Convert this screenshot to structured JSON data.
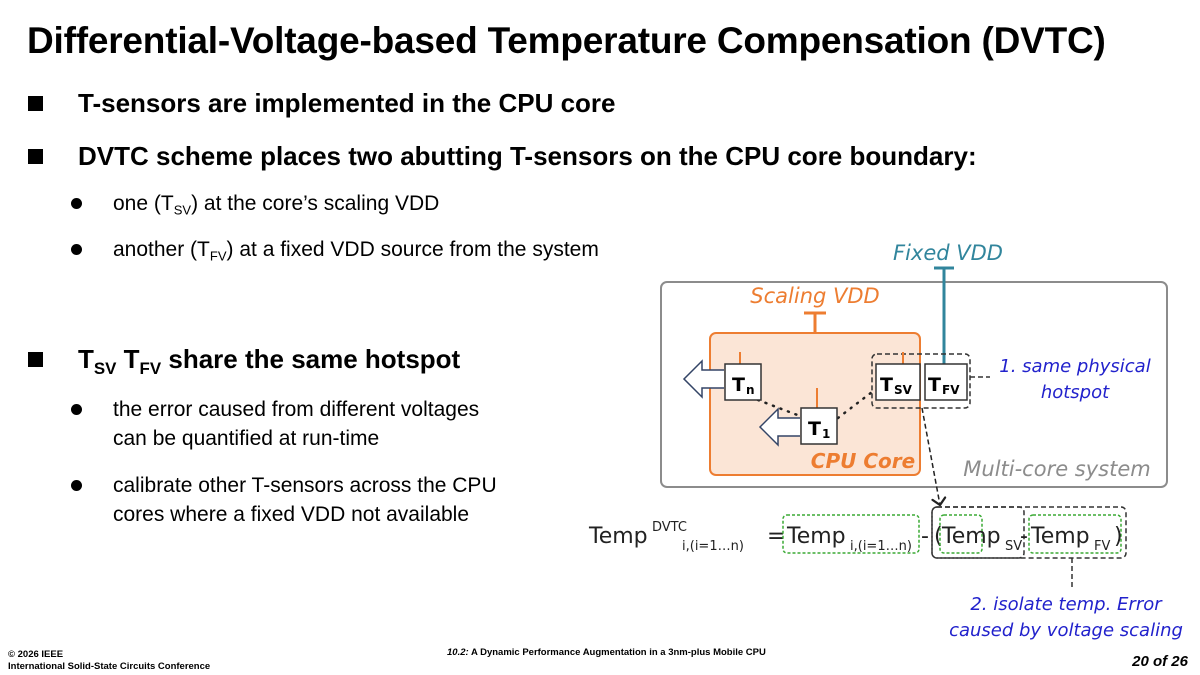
{
  "slide": {
    "title": "Differential-Voltage-based Temperature Compensation (DVTC)",
    "bullets": [
      {
        "text": "T-sensors are implemented in the CPU core"
      },
      {
        "text": "DVTC scheme places two abutting T-sensors on the CPU core boundary:",
        "sub": [
          {
            "pre": "one (T",
            "subscript": "SV",
            "post": ") at the core’s scaling VDD"
          },
          {
            "pre": "another (T",
            "subscript": "FV",
            "post": ") at a fixed VDD source from the system"
          }
        ]
      },
      {
        "t1": "T",
        "t1sub": "SV",
        "t2": " T",
        "t2sub": "FV",
        "text": " share the same hotspot",
        "sub": [
          {
            "line1": "the error caused from different voltages",
            "line2": "can be quantified at run-time"
          },
          {
            "line1": "calibrate other T-sensors across the CPU",
            "line2": "cores where a fixed VDD not available"
          }
        ]
      }
    ]
  },
  "diagram": {
    "fixed_vdd": "Fixed VDD",
    "scaling_vdd": "Scaling VDD",
    "cpu_core": "CPU Core",
    "multicore": "Multi-core system",
    "sensors": {
      "tn": {
        "main": "T",
        "sub": "n"
      },
      "t1": {
        "main": "T",
        "sub": "1"
      },
      "tsv": {
        "main": "T",
        "sub": "SV"
      },
      "tfv": {
        "main": "T",
        "sub": "FV"
      }
    },
    "note1_line1": "1. same physical",
    "note1_line2": "hotspot",
    "note2_line1": "2. isolate temp. Error",
    "note2_line2": "caused by voltage scaling",
    "equation": {
      "lhs": "Temp",
      "lhs_sup": "DVTC",
      "lhs_sub": "i,(i=1…n)",
      "eq": "=",
      "term1": "Temp",
      "term1_sub": "i,(i=1…n)",
      "minus": "-",
      "open": "(",
      "term2": "Temp",
      "term2_sub": "SV",
      "minus2": "-",
      "term3": "Temp",
      "term3_sub": "FV",
      "close": ")"
    },
    "colors": {
      "orange": "#ED7D31",
      "teal": "#31859C",
      "blue": "#2222CC",
      "gray": "#808080",
      "core_fill": "#FBE5D6",
      "green": "#3BAA35"
    }
  },
  "footer": {
    "copyright": "© 2026 IEEE",
    "conference": "International Solid-State Circuits Conference",
    "paper_id": "10.2:",
    "paper_title": " A Dynamic Performance Augmentation in a 3nm-plus Mobile CPU",
    "page": "20 of 26"
  }
}
